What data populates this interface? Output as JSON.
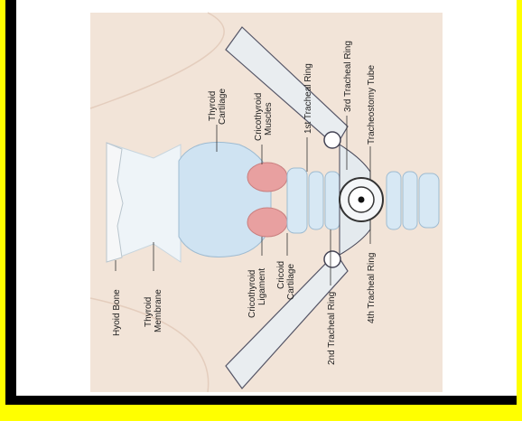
{
  "labels": {
    "hyoid_bone": "Hyoid Bone",
    "thyroid_membrane_1": "Thyroid",
    "thyroid_membrane_2": "Membrane",
    "cricothyroid_ligament_1": "Cricothyroid",
    "cricothyroid_ligament_2": "Ligament",
    "cricoid_cartilage_1": "Cricoid",
    "cricoid_cartilage_2": "Cartilage",
    "thyroid_cartilage_1": "Thyroid",
    "thyroid_cartilage_2": "Cartilage",
    "cricothyroid_muscles_1": "Cricothyroid",
    "cricothyroid_muscles_2": "Muscles",
    "tracheal_ring_1": "1st Tracheal Ring",
    "tracheal_ring_2": "2nd Tracheal Ring",
    "tracheal_ring_3": "3rd Tracheal Ring",
    "tracheal_ring_4": "4th Tracheal Ring",
    "tracheostomy_tube": "Tracheostomy Tube"
  },
  "colors": {
    "border_outer": "#ffff00",
    "border_inner": "#000000",
    "skin": "#f2e4d8",
    "cartilage": "#cfe3f2",
    "muscle": "#e8a0a0",
    "retractor": "#e9edf0"
  }
}
